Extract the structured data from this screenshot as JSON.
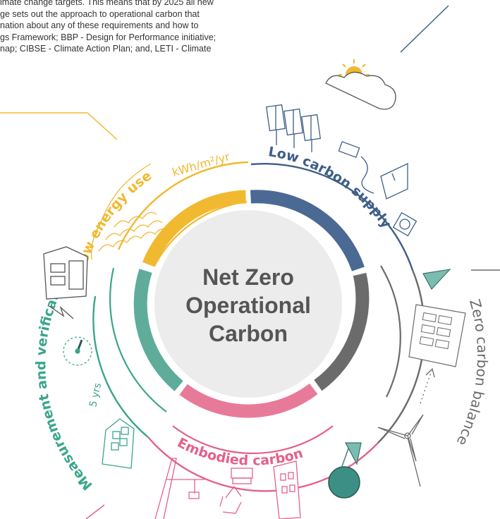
{
  "intro_lines": [
    "imate change targets. This means that by 2025 all new",
    "ge sets out the approach to operational carbon that",
    "nation about any of these requirements and how to",
    "gs Framework; BBP - Design for Performance initiative;",
    "nap; CIBSE - Climate Action Plan; and, LETI - Climate"
  ],
  "center_title": [
    "Net Zero",
    "Operational",
    "Carbon"
  ],
  "segments": [
    {
      "label": "Low energy use",
      "color": "#f0b92f"
    },
    {
      "label": "Low carbon supply",
      "color": "#3d5e88"
    },
    {
      "label": "Zero carbon balance",
      "color": "#6b6b6b"
    },
    {
      "label": "Embodied carbon",
      "color": "#e5608a"
    },
    {
      "label": "Measurement and verification",
      "color": "#3aa58b"
    }
  ],
  "annotations": {
    "energy_unit": "kWh/m²/yr",
    "years": "5 yrs"
  },
  "colors": {
    "yellow": "#f0b92f",
    "blue": "#3d5e88",
    "grey": "#6b6b6b",
    "pink": "#e5608a",
    "green": "#3aa58b",
    "center": "#ececec"
  }
}
